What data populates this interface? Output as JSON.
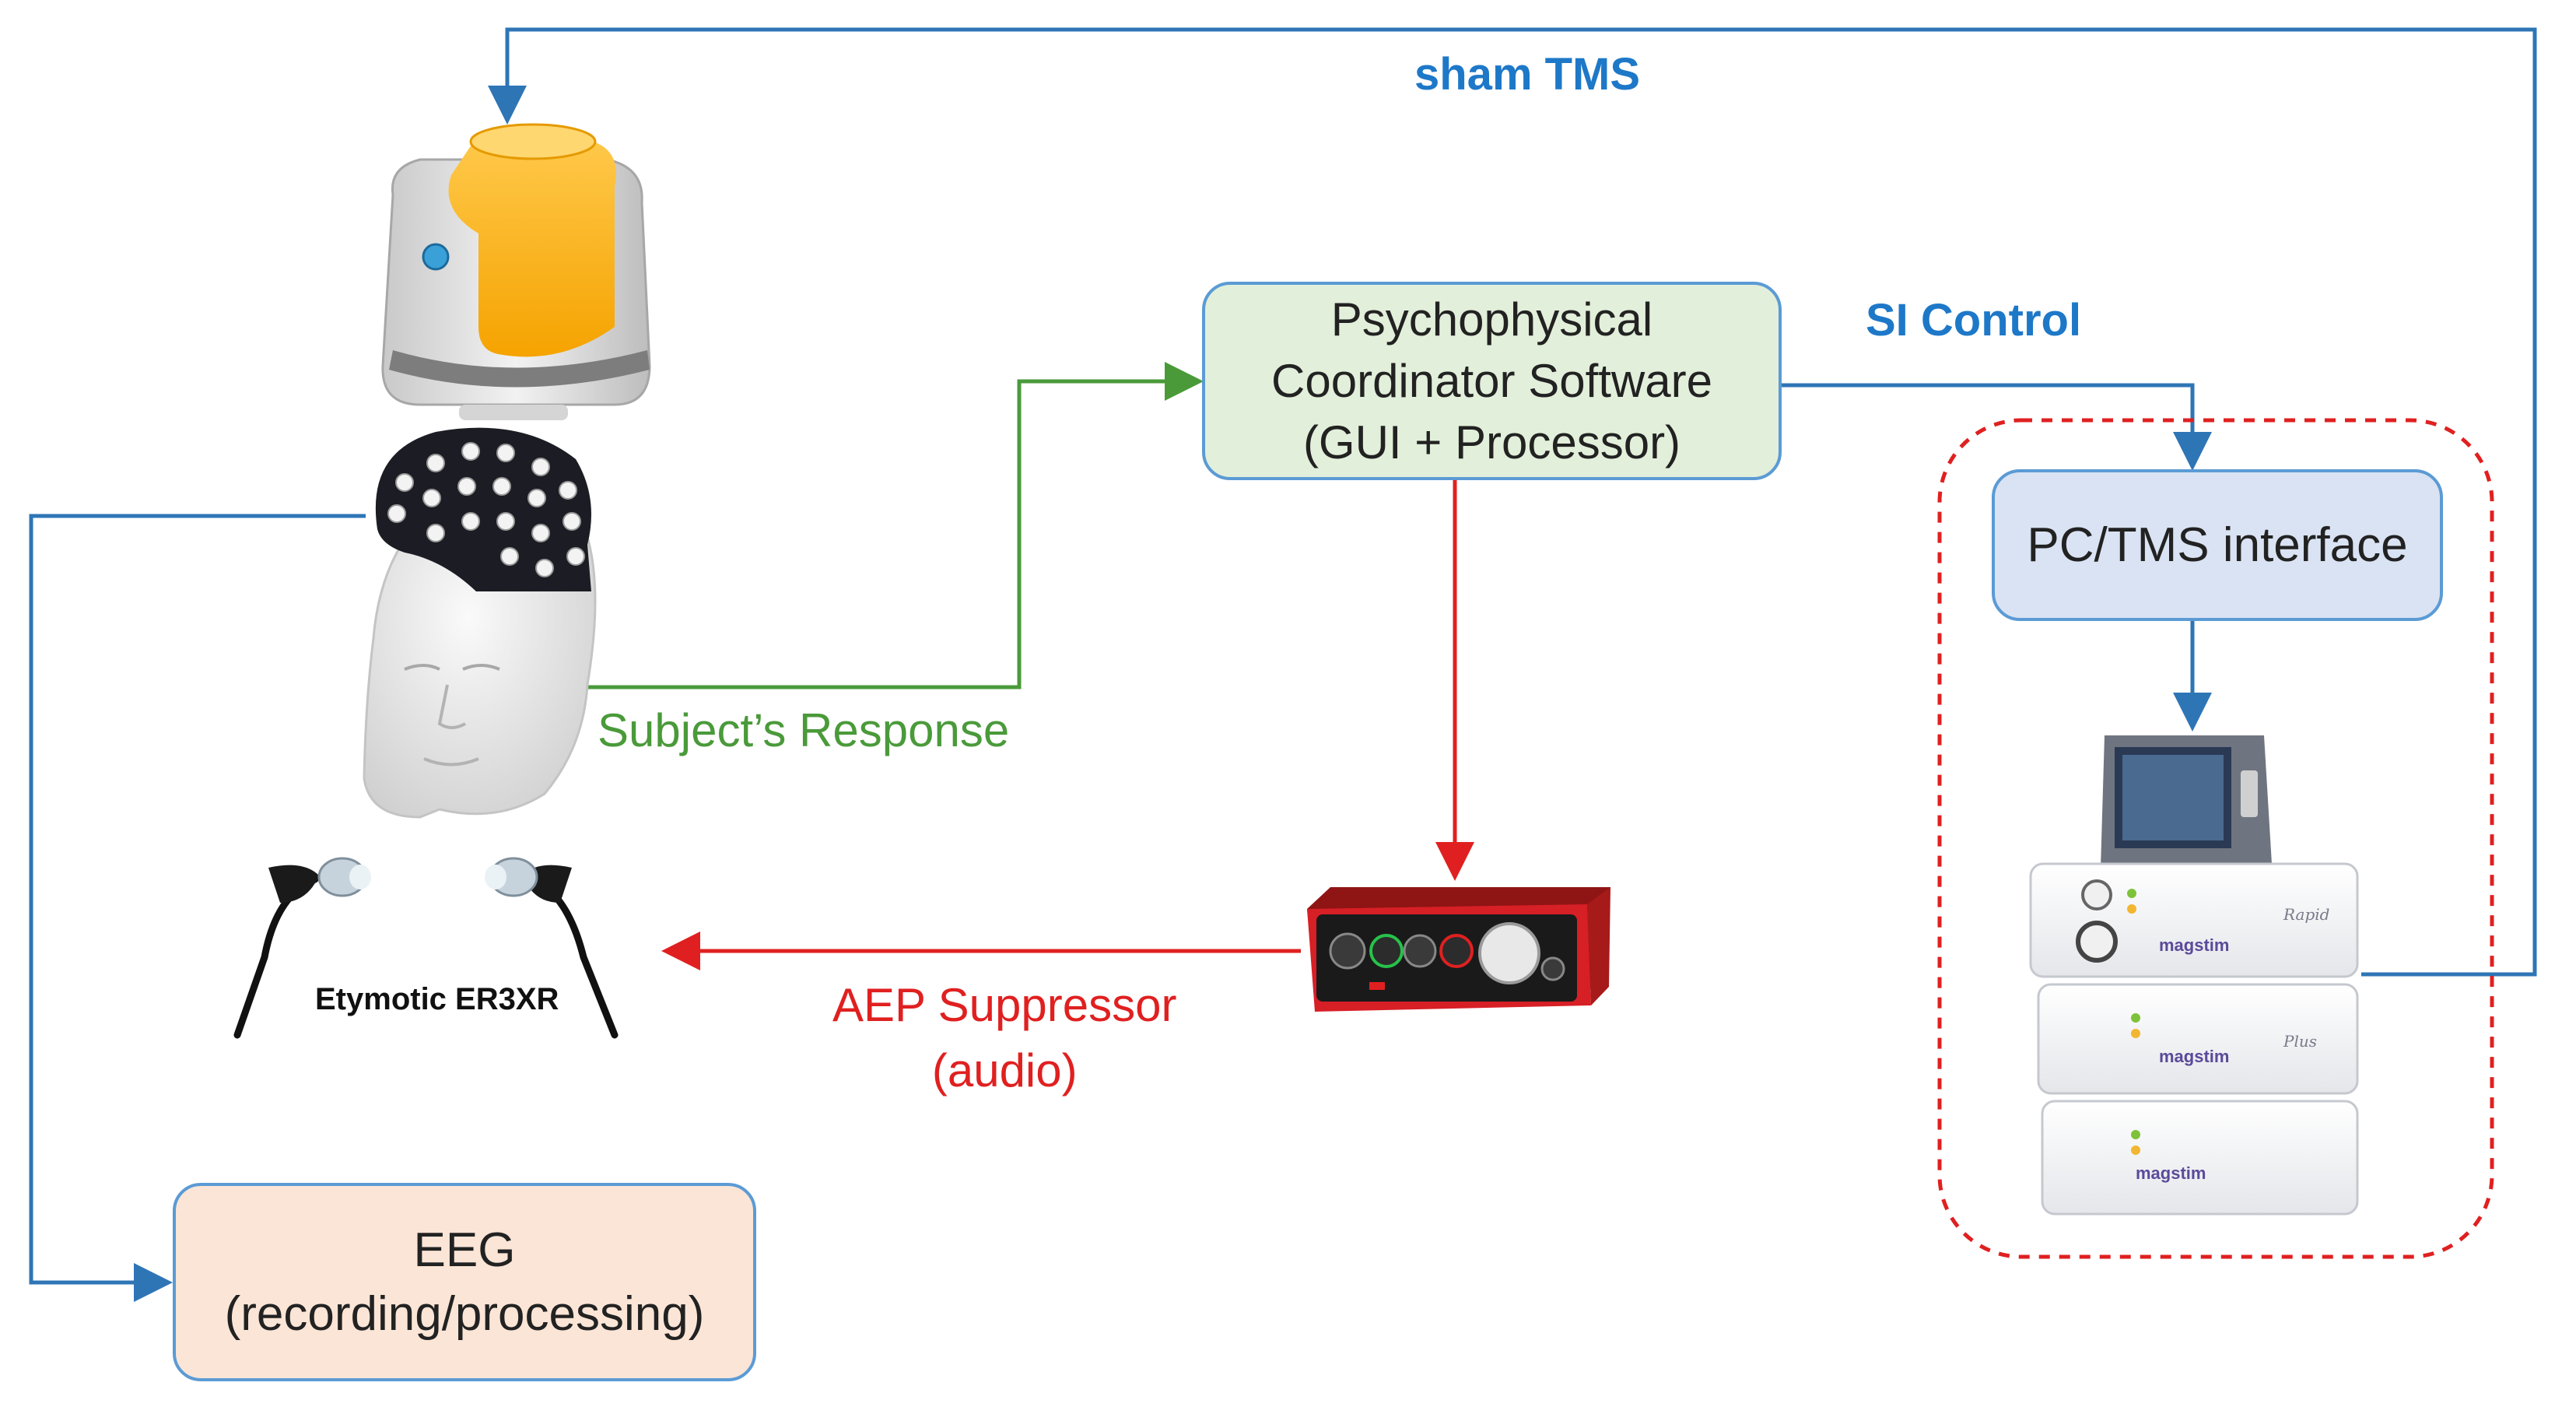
{
  "nodes": {
    "coordinator": {
      "lines": [
        "Psychophysical",
        "Coordinator Software",
        "(GUI + Processor)"
      ]
    },
    "pc_tms_interface": {
      "label": "PC/TMS interface"
    },
    "eeg": {
      "lines": [
        "EEG",
        "(recording/processing)"
      ]
    }
  },
  "edge_labels": {
    "sham_tms": "sham TMS",
    "si_control": "SI Control",
    "subject_response": "Subject’s Response",
    "aep_suppressor": [
      "AEP Suppressor",
      "(audio)"
    ]
  },
  "device_labels": {
    "earphones": "Etymotic ER3XR",
    "tms_brand_1": "magstim",
    "tms_brand_2": "magstim",
    "tms_brand_3": "magstim",
    "tms_model_1": "Rapid",
    "tms_model_2": "Plus"
  },
  "colors": {
    "control_blue": "#2e75b6",
    "response_green": "#4a9a3a",
    "audio_red": "#e02020",
    "dashed_group": "#e02020",
    "box_border": "#5b9bd5",
    "coordinator_fill": "#e2efda",
    "interface_fill": "#dae3f3",
    "eeg_fill": "#fbe5d6"
  },
  "icons": {
    "coil": "tms-coil-icon",
    "cap": "eeg-cap-icon",
    "head": "mannequin-head-icon",
    "earphones": "earphones-icon",
    "audio_interface": "audio-interface-icon",
    "stimulator": "tms-stimulator-icon"
  }
}
